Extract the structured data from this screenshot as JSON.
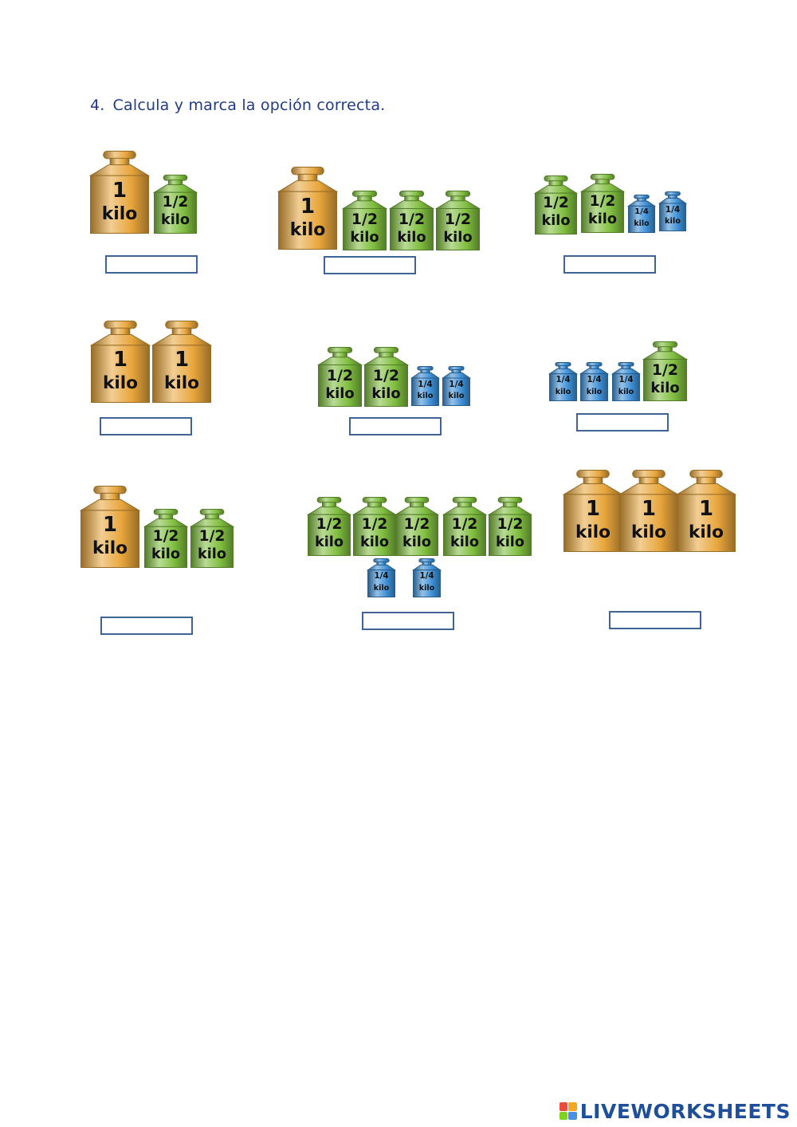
{
  "instruction": {
    "number": "4.",
    "text": "Calcula y marca la opción correcta."
  },
  "weights": {
    "one_kilo": {
      "value": "1",
      "unit": "kilo",
      "color": "#e8a63c"
    },
    "half_kilo": {
      "value": "1/2",
      "unit": "kilo",
      "color": "#7fbe3f"
    },
    "quarter_kilo": {
      "value": "1/4",
      "unit": "kilo",
      "color": "#3d8fd6"
    }
  },
  "exercises": [
    {
      "weights": [
        "one_kilo",
        "half_kilo"
      ]
    },
    {
      "weights": [
        "one_kilo",
        "half_kilo",
        "half_kilo",
        "half_kilo"
      ]
    },
    {
      "weights": [
        "half_kilo",
        "half_kilo",
        "quarter_kilo",
        "quarter_kilo"
      ]
    },
    {
      "weights": [
        "one_kilo",
        "one_kilo"
      ]
    },
    {
      "weights": [
        "half_kilo",
        "half_kilo",
        "quarter_kilo",
        "quarter_kilo"
      ]
    },
    {
      "weights": [
        "quarter_kilo",
        "quarter_kilo",
        "quarter_kilo",
        "half_kilo"
      ]
    },
    {
      "weights": [
        "one_kilo",
        "half_kilo",
        "half_kilo"
      ]
    },
    {
      "weights": [
        "half_kilo",
        "half_kilo",
        "half_kilo",
        "half_kilo",
        "half_kilo",
        "quarter_kilo",
        "quarter_kilo"
      ]
    },
    {
      "weights": [
        "one_kilo",
        "one_kilo",
        "one_kilo"
      ]
    }
  ],
  "answers": [
    "",
    "",
    "",
    "",
    "",
    "",
    "",
    "",
    ""
  ],
  "footer": {
    "brand": "LIVEWORKSHEETS",
    "logo_colors": [
      "#e94b3c",
      "#f5a623",
      "#7ed321",
      "#4a90e2"
    ]
  }
}
